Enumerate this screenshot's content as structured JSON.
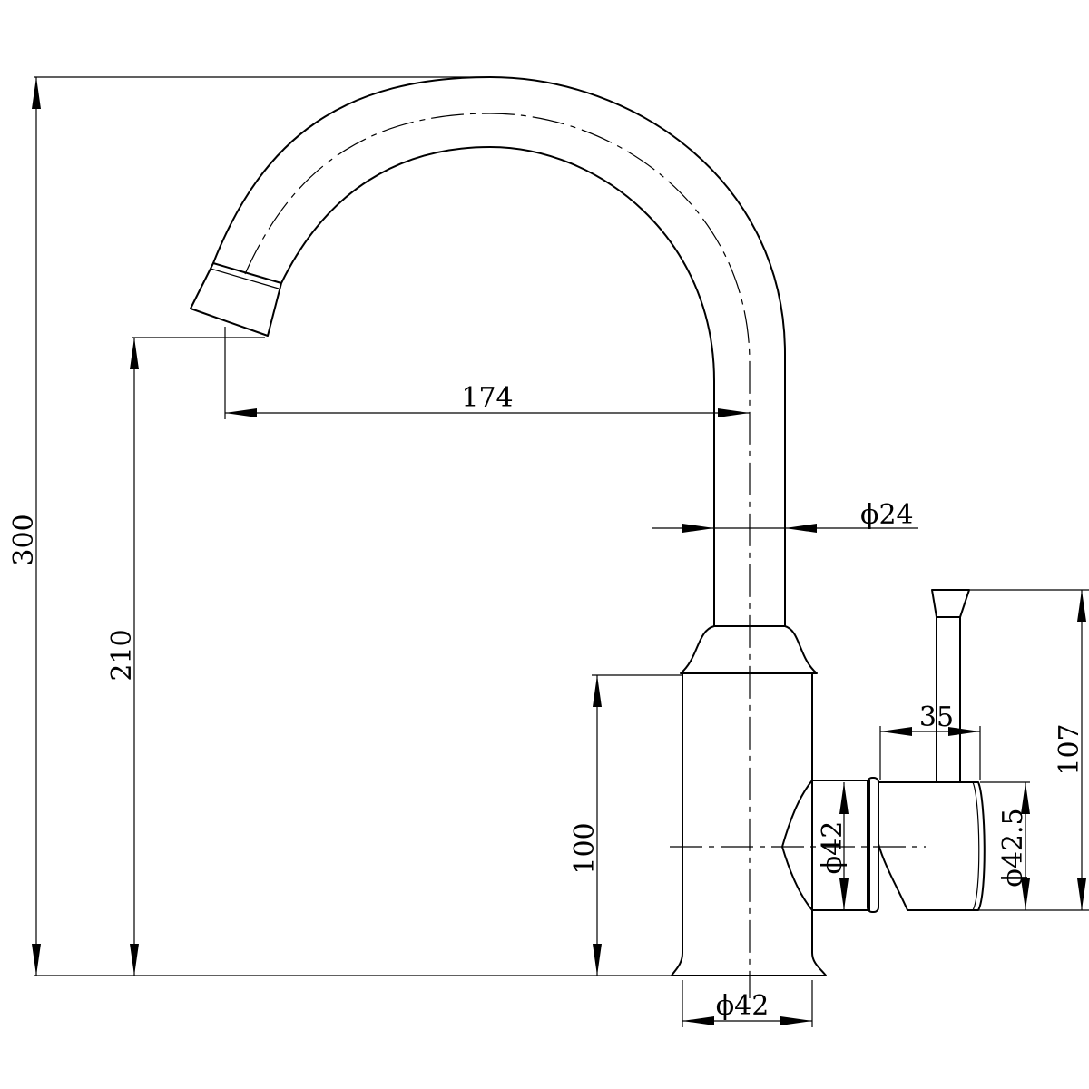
{
  "diagram": {
    "dimensions": {
      "total_height": "300",
      "spout_height": "210",
      "body_height": "100",
      "spout_reach": "174",
      "spout_diameter": "ϕ24",
      "lever_height": "107",
      "lever_offset": "35",
      "handle_diameter": "ϕ42",
      "handle_cap_diameter": "ϕ42.5",
      "base_diameter": "ϕ42"
    }
  }
}
